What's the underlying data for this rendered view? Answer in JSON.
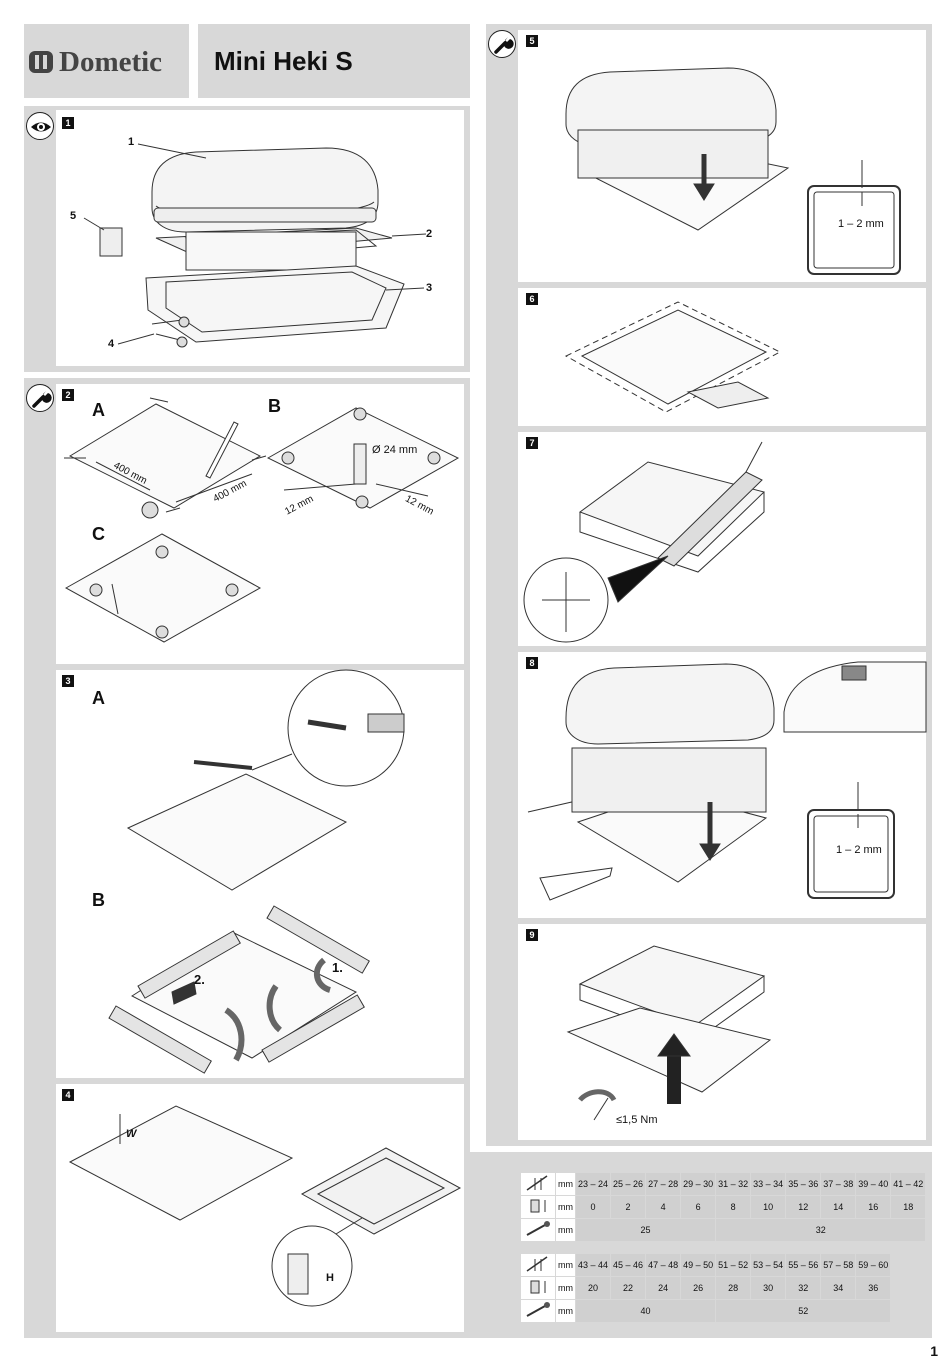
{
  "header": {
    "brand": "Dometic",
    "product": "Mini Heki S"
  },
  "steps": {
    "s1": {
      "num": "1",
      "parts": [
        "1",
        "2",
        "3",
        "4",
        "5"
      ]
    },
    "s2": {
      "num": "2",
      "A": "A",
      "B": "B",
      "C": "C",
      "dim_400_a": "400 mm",
      "dim_400_b": "400 mm",
      "diameter": "Ø 24 mm",
      "dim_12_a": "12 mm",
      "dim_12_b": "12 mm"
    },
    "s3": {
      "num": "3",
      "A": "A",
      "B": "B",
      "step1": "1.",
      "step2": "2."
    },
    "s4": {
      "num": "4",
      "w": "W",
      "h": "H"
    },
    "s5": {
      "num": "5",
      "gap": "1 – 2 mm"
    },
    "s6": {
      "num": "6"
    },
    "s7": {
      "num": "7"
    },
    "s8": {
      "num": "8",
      "gap": "1 – 2 mm"
    },
    "s9": {
      "num": "9",
      "torque": "≤1,5 Nm"
    }
  },
  "table": {
    "unit": "mm",
    "top": {
      "w": [
        "23 – 24",
        "25 – 26",
        "27 – 28",
        "29 – 30",
        "31 – 32",
        "33 – 34",
        "35 – 36",
        "37 – 38",
        "39 – 40",
        "41 – 42"
      ],
      "h": [
        "0",
        "2",
        "4",
        "6",
        "8",
        "10",
        "12",
        "14",
        "16",
        "18"
      ],
      "screw": [
        "25",
        "32"
      ]
    },
    "bottom": {
      "w": [
        "43 – 44",
        "45 – 46",
        "47 – 48",
        "49 – 50",
        "51 – 52",
        "53 – 54",
        "55 – 56",
        "57 – 58",
        "59 – 60"
      ],
      "h": [
        "20",
        "22",
        "24",
        "26",
        "28",
        "30",
        "32",
        "34",
        "36"
      ],
      "screw": [
        "40",
        "52"
      ]
    }
  },
  "icons": [
    "eye-icon",
    "wrench-icon",
    "wrench-icon"
  ],
  "page_number": "1"
}
